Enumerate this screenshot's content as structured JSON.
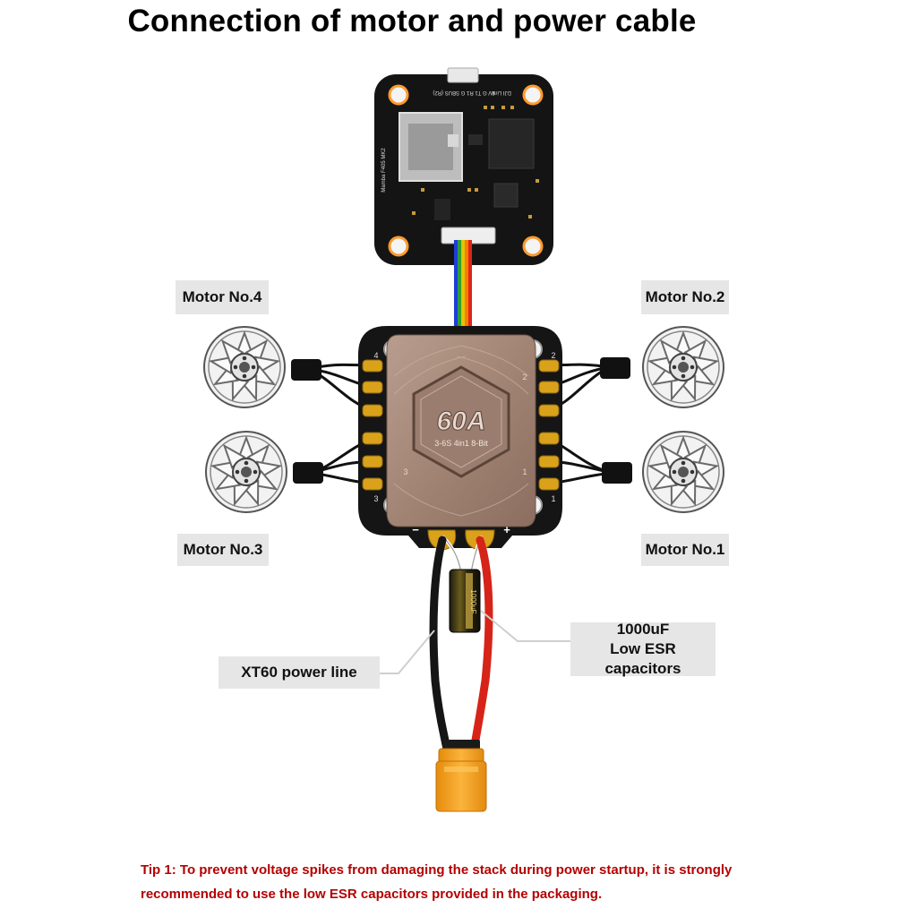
{
  "title": "Connection of motor and power cable",
  "motors": [
    {
      "id": "motor-4",
      "label": "Motor No.4"
    },
    {
      "id": "motor-2",
      "label": "Motor No.2"
    },
    {
      "id": "motor-3",
      "label": "Motor No.3"
    },
    {
      "id": "motor-1",
      "label": "Motor No.1"
    }
  ],
  "esc": {
    "rating": "60A",
    "spec": "3-6S 4in1 8-Bit",
    "pads": {
      "p1": "1",
      "p2": "2",
      "p3": "3",
      "p4": "4"
    },
    "minus": "−",
    "plus": "+"
  },
  "flight_controller": {
    "silk_top": "9V G T1 R1 G SBUS (R2)",
    "silk_left": "Mamba F405 MK2",
    "silk_right": "DJI Link"
  },
  "capacitor": {
    "line1": "1000uF",
    "line2": "Low ESR capacitors",
    "body_text": "1000uF"
  },
  "power_line": {
    "label": "XT60 power line"
  },
  "tip": {
    "line1": "Tip 1: To prevent voltage spikes from damaging the stack during power startup, it is strongly",
    "line2": "recommended to use the low ESR capacitors provided in the packaging."
  },
  "colors": {
    "tip_text": "#b50000",
    "label_bg": "#e6e6e6",
    "board": "#111111",
    "esc_cover": "#a98e80",
    "gold_pad": "#d9a21a",
    "power_red": "#d62418",
    "power_black": "#151515",
    "xt60": "#f5a21b"
  },
  "wire_colors": [
    "#1d3fd6",
    "#2d9e36",
    "#e0c400",
    "#ff7a00",
    "#d8261f"
  ]
}
